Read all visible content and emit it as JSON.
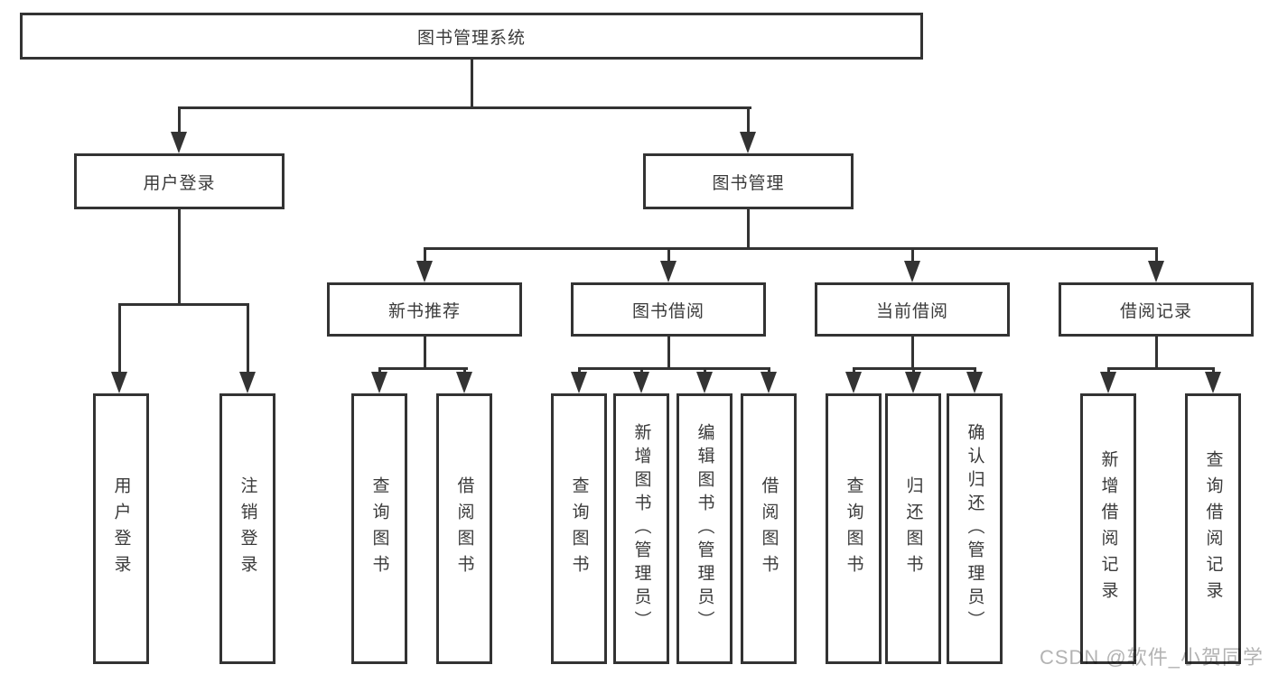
{
  "diagram": {
    "root": {
      "label": "图书管理系统"
    },
    "branches": [
      {
        "label": "用户登录",
        "children": [
          {
            "label": "用户登录"
          },
          {
            "label": "注销登录"
          }
        ]
      },
      {
        "label": "图书管理",
        "children": [
          {
            "label": "新书推荐",
            "children": [
              {
                "label": "查询图书"
              },
              {
                "label": "借阅图书"
              }
            ]
          },
          {
            "label": "图书借阅",
            "children": [
              {
                "label": "查询图书"
              },
              {
                "label": "新增图书（管理员）"
              },
              {
                "label": "编辑图书（管理员）"
              },
              {
                "label": "借阅图书"
              }
            ]
          },
          {
            "label": "当前借阅",
            "children": [
              {
                "label": "查询图书"
              },
              {
                "label": "归还图书"
              },
              {
                "label": "确认归还（管理员）"
              }
            ]
          },
          {
            "label": "借阅记录",
            "children": [
              {
                "label": "新增借阅记录"
              },
              {
                "label": "查询借阅记录"
              }
            ]
          }
        ]
      }
    ]
  },
  "watermark": {
    "text": "CSDN @软件_小贺同学"
  },
  "colors": {
    "line": "#333333",
    "text": "#3a3a3a",
    "background": "#ffffff",
    "watermark": "#b3b3b3"
  }
}
